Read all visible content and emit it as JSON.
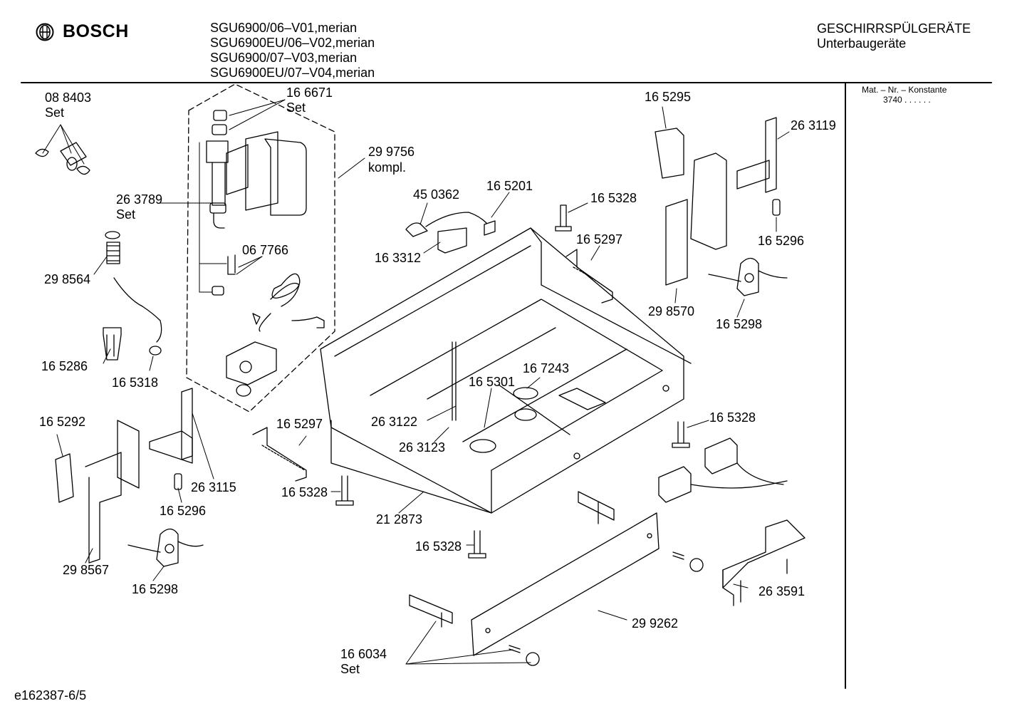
{
  "brand": {
    "name": "BOSCH"
  },
  "header": {
    "models": [
      "SGU6900/06–V01,merian",
      "SGU6900EU/06–V02,merian",
      "SGU6900/07–V03,merian",
      "SGU6900EU/07–V04,merian"
    ],
    "category_line1": "GESCHIRRSPÜLGERÄTE",
    "category_line2": "Unterbaugeräte"
  },
  "sidebar": {
    "konstante_label": "Mat. – Nr. – Konstante",
    "konstante_value": "3740  .  .  .  .  .  ."
  },
  "footer": {
    "ref": "e162387-6/5"
  },
  "part_labels": {
    "p088403": "08 8403",
    "p088403_set": "Set",
    "p166671": "16 6671",
    "p166671_set": "Set",
    "p299756": "29 9756",
    "p299756_kompl": "kompl.",
    "p263789": "26 3789",
    "p263789_set": "Set",
    "p067766": "06 7766",
    "p298564": "29 8564",
    "p165286": "16 5286",
    "p165318": "16 5318",
    "p165292": "16 5292",
    "p263115": "26 3115",
    "p165296_left": "16 5296",
    "p298567": "29 8567",
    "p165298_left": "16 5298",
    "p450362": "45 0362",
    "p165201": "16 5201",
    "p163312": "16 3312",
    "p165328_top": "16 5328",
    "p165297_top": "16 5297",
    "p165295": "16 5295",
    "p263119": "26 3119",
    "p165296_right": "16 5296",
    "p298570": "29 8570",
    "p165298_right": "16 5298",
    "p167243": "16 7243",
    "p165301": "16 5301",
    "p263122": "26 3122",
    "p263123": "26 3123",
    "p165297_mid": "16 5297",
    "p165328_left": "16 5328",
    "p212873": "21 2873",
    "p165328_right": "16 5328",
    "p165328_bottom": "16 5328",
    "p263591": "26 3591",
    "p299262": "29 9262",
    "p166034": "16 6034",
    "p166034_set": "Set"
  }
}
